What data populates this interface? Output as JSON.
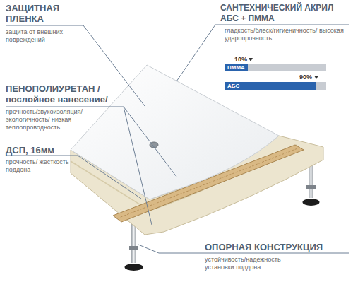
{
  "diagram": {
    "nodes": [
      {
        "text": [
          "ПММА"
        ]
      },
      {
        "text": [
          "АБС"
        ]
      }
    ],
    "labels": [
      "ЗАЩИТНАЯ ПЛЕНКА",
      "защита от внешних повреждений",
      "САНТЕХНИЧЕСКИЙ АКРИЛ АБС + ПММА",
      "гладкость/блеск/гигиеничность/ высокая ударопрочность",
      "10%",
      "90%",
      "ПЕНОПОЛИУРЕТАН /послойное нанесение/",
      "прочность/звукоизоляция/ экологичность/ низкая теплопроводность",
      "ДСП, 16мм",
      "прочность/ жесткость поддона",
      "ОПОРНАЯ КОНСТРУКЦИЯ",
      "устойчивость/надежность установки поддона"
    ]
  }
}
